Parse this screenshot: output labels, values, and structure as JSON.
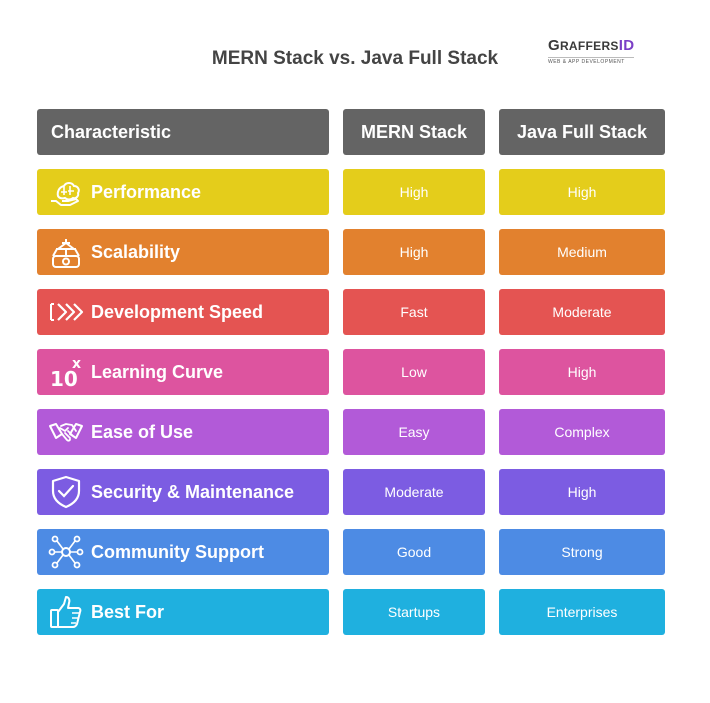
{
  "title": "MERN Stack vs. Java Full Stack",
  "logo": {
    "main_prefix": "G",
    "main_rest": "RAFFERS",
    "main_accent": "ID",
    "tagline": "WEB & APP DEVELOPMENT"
  },
  "chart_data": {
    "type": "table",
    "columns": [
      "Characteristic",
      "MERN Stack",
      "Java Full Stack"
    ],
    "rows": [
      {
        "label": "Performance",
        "mern": "High",
        "java": "High",
        "color": "#e4cd1b",
        "icon": "brain-hand-icon"
      },
      {
        "label": "Scalability",
        "mern": "High",
        "java": "Medium",
        "color": "#e2812e",
        "icon": "scale-icon"
      },
      {
        "label": "Development Speed",
        "mern": "Fast",
        "java": "Moderate",
        "color": "#e45452",
        "icon": "fast-forward-icon"
      },
      {
        "label": "Learning Curve",
        "mern": "Low",
        "java": "High",
        "color": "#dd549f",
        "icon": "exponent-icon"
      },
      {
        "label": "Ease of Use",
        "mern": "Easy",
        "java": "Complex",
        "color": "#b25ad8",
        "icon": "handshake-icon"
      },
      {
        "label": "Security & Maintenance",
        "mern": "Moderate",
        "java": "High",
        "color": "#7c5ce2",
        "icon": "shield-check-icon"
      },
      {
        "label": "Community Support",
        "mern": "Good",
        "java": "Strong",
        "color": "#4d8be4",
        "icon": "network-icon"
      },
      {
        "label": "Best For",
        "mern": "Startups",
        "java": "Enterprises",
        "color": "#1fb0df",
        "icon": "thumbs-up-icon"
      }
    ],
    "header_color": "#646464"
  }
}
